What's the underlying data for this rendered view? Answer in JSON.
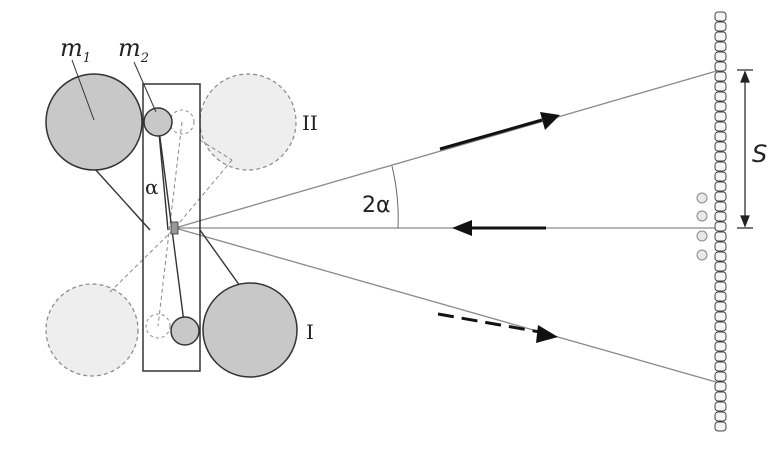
{
  "labels": {
    "m1_main": "m",
    "m1_sub": "1",
    "m2_main": "m",
    "m2_sub": "2",
    "alpha": "α",
    "two_alpha": "2α",
    "s_distance": "S",
    "position_two": "II",
    "position_one": "I"
  },
  "colors": {
    "ball_fill": "#c8c8c8",
    "ghost_fill": "#eeeeee",
    "stroke": "#333333",
    "ray": "#888888",
    "arrow": "#111111"
  },
  "icons": {
    "scale": "bead-column-scale"
  }
}
